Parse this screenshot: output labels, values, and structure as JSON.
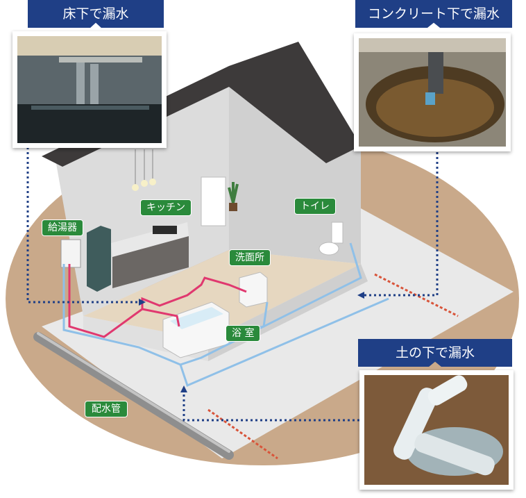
{
  "callouts": {
    "floor": {
      "title": "床下で漏水",
      "photo": "crawlspace-water-photo"
    },
    "concrete": {
      "title": "コンクリート下で漏水",
      "photo": "broken-concrete-pipe-photo"
    },
    "soil": {
      "title": "土の下で漏水",
      "photo": "buried-pipe-leak-photo"
    }
  },
  "rooms": {
    "water_heater": "給湯器",
    "kitchen": "キッチン",
    "toilet": "トイレ",
    "washroom": "洗面所",
    "bathroom": "浴 室",
    "water_main": "配水管"
  },
  "colors": {
    "banner": "#1f3f86",
    "label": "#2a8a3b",
    "hot_pipe": "#e0386f",
    "cold_pipe": "#8fc0e8",
    "soil": "#c9a98a",
    "leader": "#1f3f86"
  }
}
